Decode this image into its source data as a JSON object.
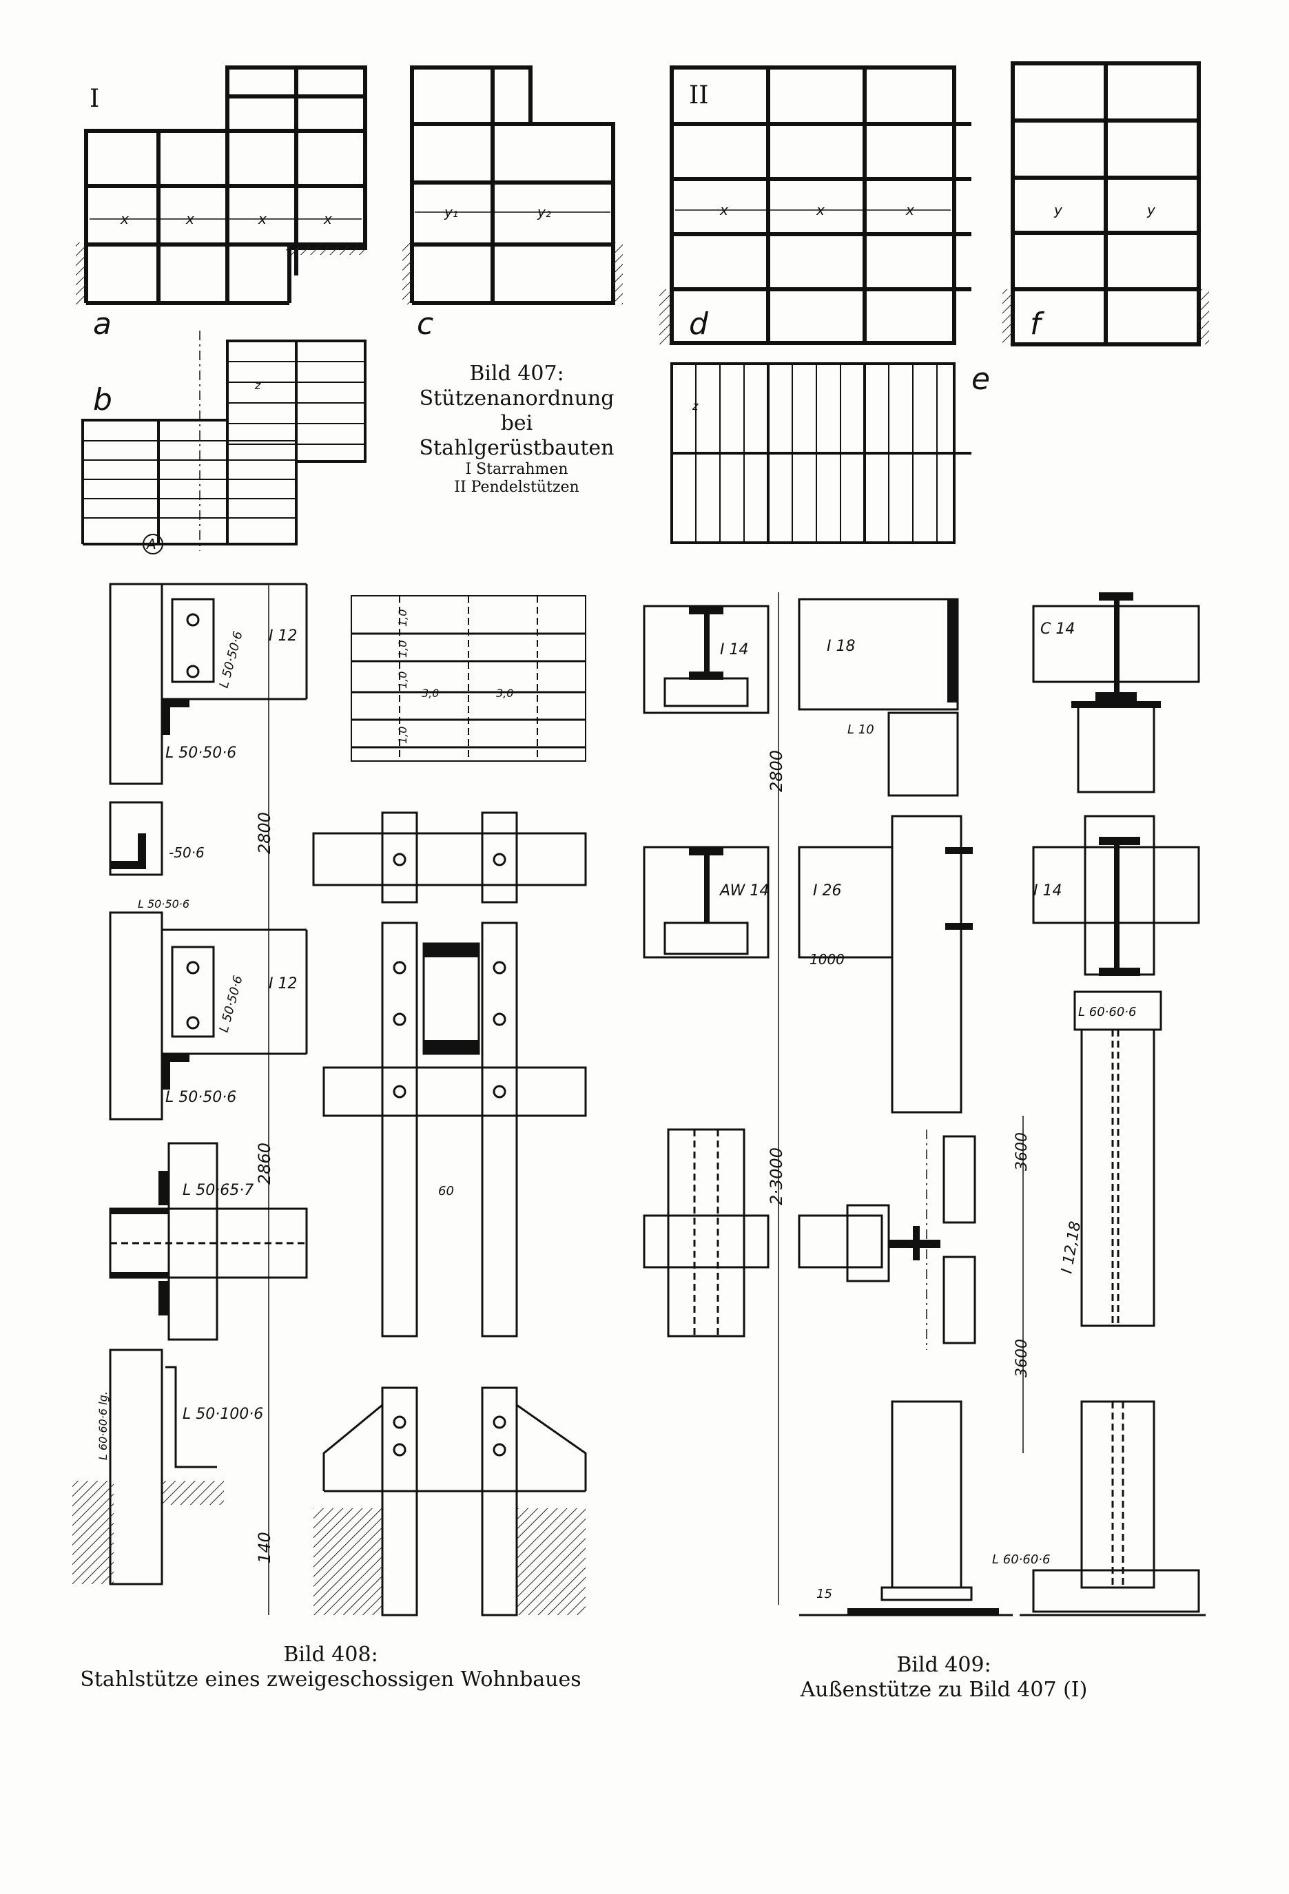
{
  "fig407": {
    "title": "Bild 407:",
    "subtitle_lines": [
      "Stützenanordnung",
      "bei",
      "Stahlgerüstbauten"
    ],
    "legend_lines": [
      "I Starrahmen",
      "II Pendelstützen"
    ],
    "group_labels": {
      "rigid": "I",
      "pinned": "II"
    },
    "view_labels": {
      "a": "a",
      "b": "b",
      "c": "c",
      "d": "d",
      "e": "e",
      "f": "f"
    },
    "span_labels": {
      "x": "x",
      "y1": "y₁",
      "y2": "y₂",
      "y": "y",
      "z": "z"
    },
    "detail_marker": "A"
  },
  "fig408": {
    "title": "Bild 408:",
    "subtitle": "Stahlstütze eines zweigeschossigen Wohnbaues",
    "labels": {
      "beam_top": "I 12",
      "angle_upper_a": "L 50·50·6",
      "angle_upper_b": "L 50·50·6",
      "angle_mid_a": "-50·6",
      "angle_mid_b": "L 50·50·6",
      "beam_mid": "I 12",
      "angle_mid_c": "L 50·50·6",
      "angle_mid_d": "L 50·50·6",
      "angle_lower": "L 50·65·7",
      "angle_base": "L 50·100·6",
      "angle_base_side": "L 60·60·6 lg.",
      "plan_10a": "1,0",
      "plan_10b": "1,0",
      "plan_10c": "1,0",
      "plan_10d": "1,0",
      "plan_30a": "3,0",
      "plan_30b": "3,0",
      "dim_60": "60"
    },
    "dimensions": {
      "upper": "2800",
      "lower": "2860",
      "foundation": "140"
    }
  },
  "fig409": {
    "title": "Bild 409:",
    "subtitle": "Außenstütze zu Bild 407 (I)",
    "labels": {
      "beam_i14": "I 14",
      "beam_i18": "I 18",
      "angle_10": "L 10",
      "beam_c14": "C 14",
      "beam_aw14": "AW 14",
      "beam_i26": "I 26",
      "dim_1000": "1000",
      "beam_i14b": "I 14",
      "angle_l60a": "L 60·60·6",
      "column_i12": "I 12,18",
      "dim_3600a": "3600",
      "dim_3600b": "3600",
      "angle_l60b": "L 60·60·6",
      "weld_15": "15"
    },
    "dimensions": {
      "upper": "2800",
      "total": "2·3000"
    }
  }
}
